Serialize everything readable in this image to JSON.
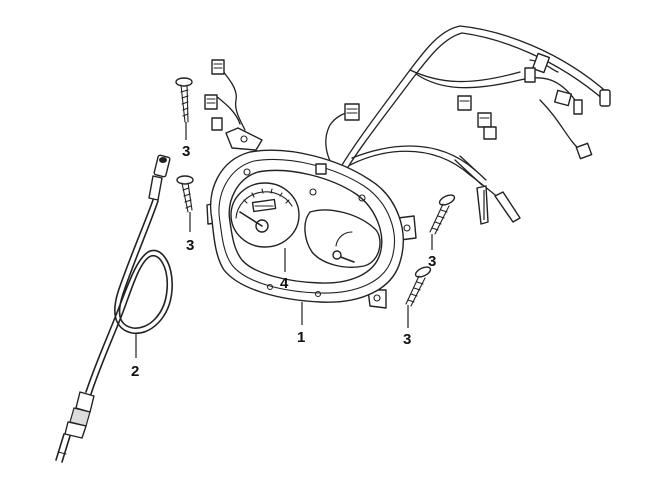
{
  "callouts": [
    {
      "id": "c1",
      "label": "1"
    },
    {
      "id": "c2",
      "label": "2"
    },
    {
      "id": "c3a",
      "label": "3"
    },
    {
      "id": "c3b",
      "label": "3"
    },
    {
      "id": "c3c",
      "label": "3"
    },
    {
      "id": "c3d",
      "label": "3"
    },
    {
      "id": "c4",
      "label": "4"
    }
  ]
}
